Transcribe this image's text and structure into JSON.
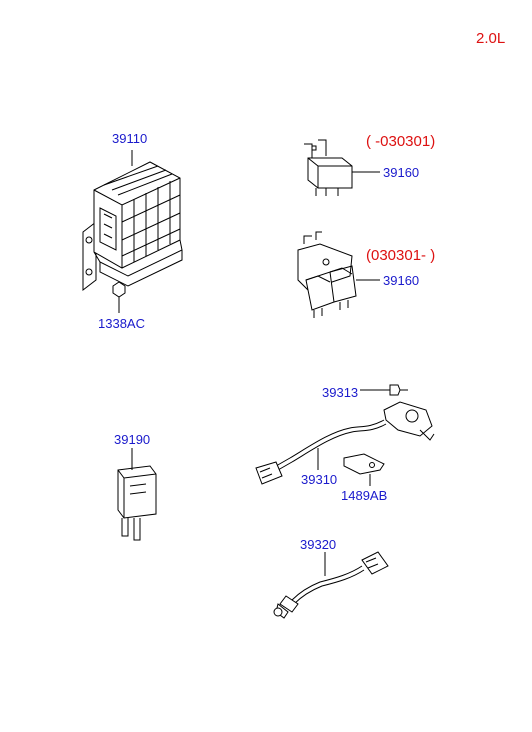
{
  "engine_label": "2.0L",
  "colors": {
    "part_number": "#1a1acc",
    "note": "#dd1111",
    "line": "#000000"
  },
  "parts": {
    "ecu": "39110",
    "bolt": "1338AC",
    "relay_top": "39160",
    "relay_top_note": "( -030301)",
    "relay_bottom": "39160",
    "relay_bottom_note": "(030301- )",
    "bolt_small": "39313",
    "crank_sensor": "39310",
    "bracket": "1489AB",
    "relay_single": "39190",
    "o2_sensor": "39320"
  }
}
